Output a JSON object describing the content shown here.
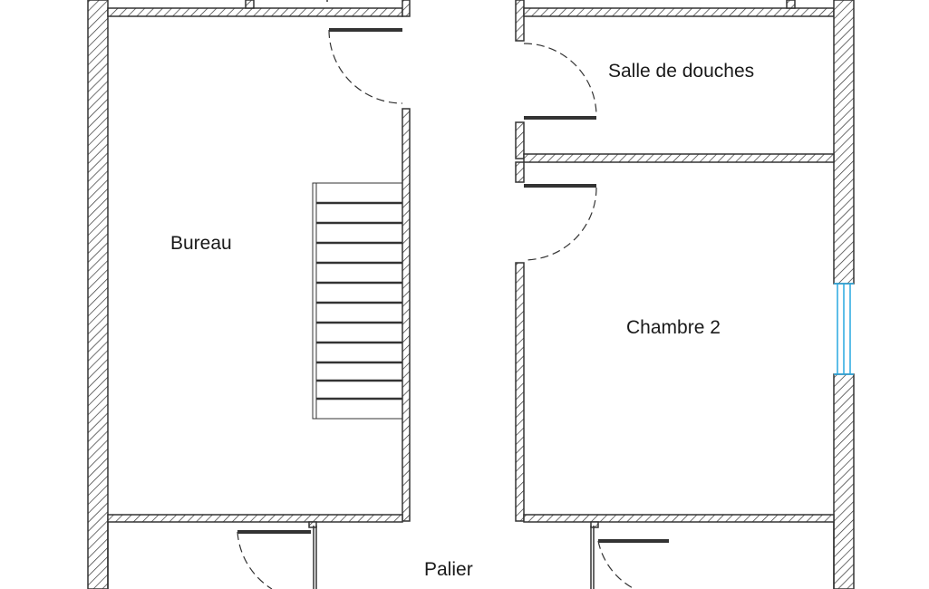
{
  "rooms": {
    "bureau": "Bureau",
    "salle_de_douches": "Salle de douches",
    "chambre_2": "Chambre 2",
    "palier": "Palier"
  },
  "colors": {
    "wall": "#333333",
    "window": "#29a8e0",
    "background": "#ffffff"
  }
}
